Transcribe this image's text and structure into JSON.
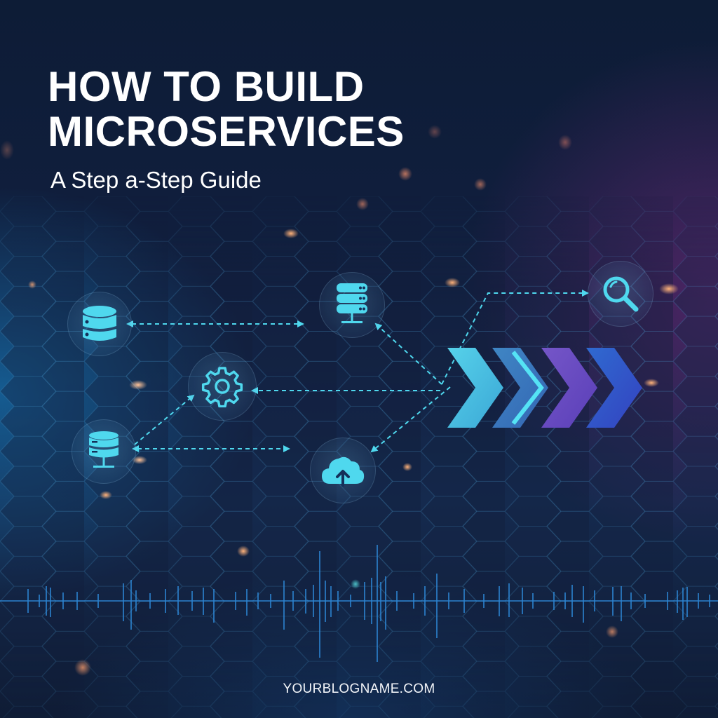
{
  "hero": {
    "title_line1": "HOW TO BUILD",
    "title_line2": "MICROSERVICES",
    "subtitle": "A Step a-Step Guide"
  },
  "footer": {
    "site": "YOURBLOGNAME.COM"
  },
  "diagram": {
    "nodes": [
      {
        "id": "database",
        "icon": "database-icon"
      },
      {
        "id": "server-top",
        "icon": "server-icon"
      },
      {
        "id": "settings",
        "icon": "gear-icon"
      },
      {
        "id": "server-bottom",
        "icon": "server-icon"
      },
      {
        "id": "cloud-upload",
        "icon": "cloud-upload-icon"
      },
      {
        "id": "search",
        "icon": "magnifier-icon"
      }
    ],
    "chevrons": [
      "#4cc6e4",
      "#3a7fc0",
      "#6a4fc8",
      "#2f52c8"
    ]
  },
  "colors": {
    "accent": "#4fd8ee",
    "bg_dark": "#0e1a33",
    "glow_orange": "#ffb27a"
  }
}
